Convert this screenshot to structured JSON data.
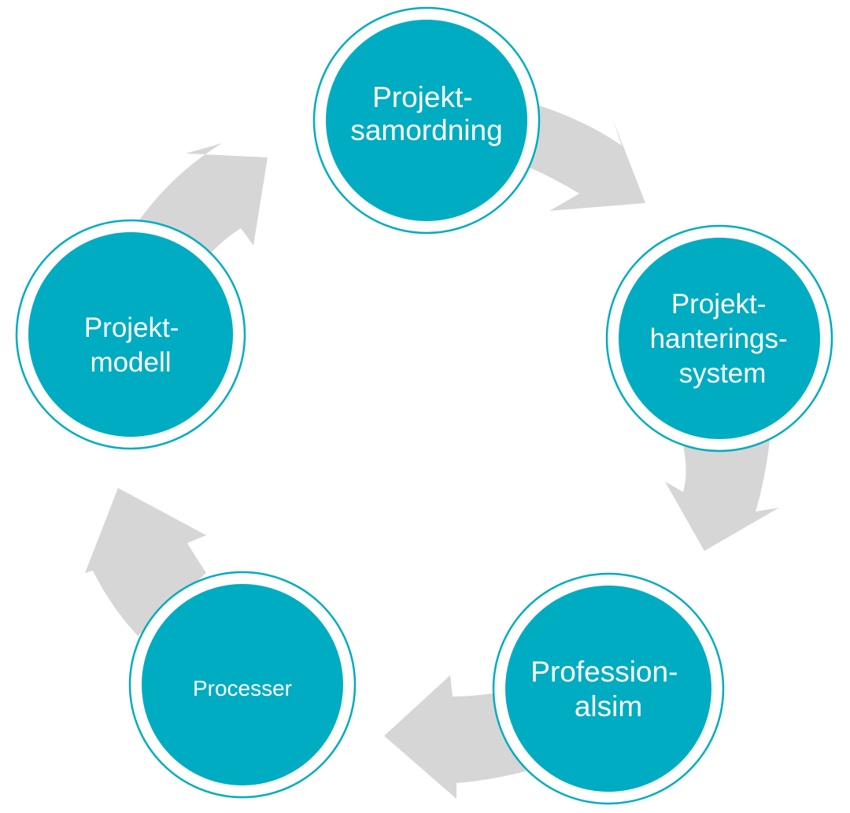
{
  "colors": {
    "node_fill": "#00ACC1",
    "node_ring": "#00ACC1",
    "arrow": "#D6D6D6",
    "label": "#FFFFFF",
    "background": "#FFFFFF"
  },
  "nodes": [
    {
      "id": "projektsamordning",
      "lines": [
        "Projekt-",
        "samordning"
      ]
    },
    {
      "id": "projekthanteringssystem",
      "lines": [
        "Projekt-",
        "hanterings-",
        "system"
      ]
    },
    {
      "id": "professionalsim",
      "lines": [
        "Profession-",
        "alsim"
      ]
    },
    {
      "id": "processer",
      "lines": [
        "Processer"
      ]
    },
    {
      "id": "projektmodell",
      "lines": [
        "Projekt-",
        "modell"
      ]
    }
  ]
}
